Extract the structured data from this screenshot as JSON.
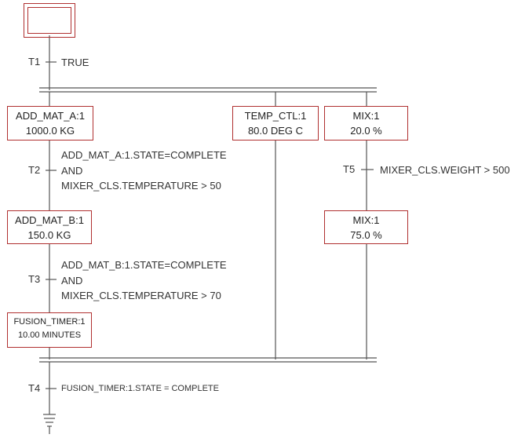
{
  "steps": {
    "add_mat_a": {
      "name": "ADD_MAT_A:1",
      "value": "1000.0 KG"
    },
    "temp_ctl": {
      "name": "TEMP_CTL:1",
      "value": "80.0 DEG C"
    },
    "mix_1": {
      "name": "MIX:1",
      "value": "20.0 %"
    },
    "add_mat_b": {
      "name": "ADD_MAT_B:1",
      "value": "150.0 KG"
    },
    "mix_2": {
      "name": "MIX:1",
      "value": "75.0 %"
    },
    "fusion": {
      "name": "FUSION_TIMER:1",
      "value": "10.00 MINUTES"
    }
  },
  "transitions": {
    "t1": {
      "name": "T1",
      "lines": [
        "TRUE"
      ]
    },
    "t2": {
      "name": "T2",
      "lines": [
        "ADD_MAT_A:1.STATE=COMPLETE",
        "AND",
        "MIXER_CLS.TEMPERATURE > 50"
      ]
    },
    "t3": {
      "name": "T3",
      "lines": [
        "ADD_MAT_B:1.STATE=COMPLETE",
        "AND",
        "MIXER_CLS.TEMPERATURE > 70"
      ]
    },
    "t4": {
      "name": "T4",
      "lines": [
        "FUSION_TIMER:1.STATE = COMPLETE"
      ]
    },
    "t5": {
      "name": "T5",
      "lines": [
        "MIXER_CLS.WEIGHT > 500"
      ]
    }
  },
  "colors": {
    "step_border": "#b03030",
    "line": "#555555"
  }
}
